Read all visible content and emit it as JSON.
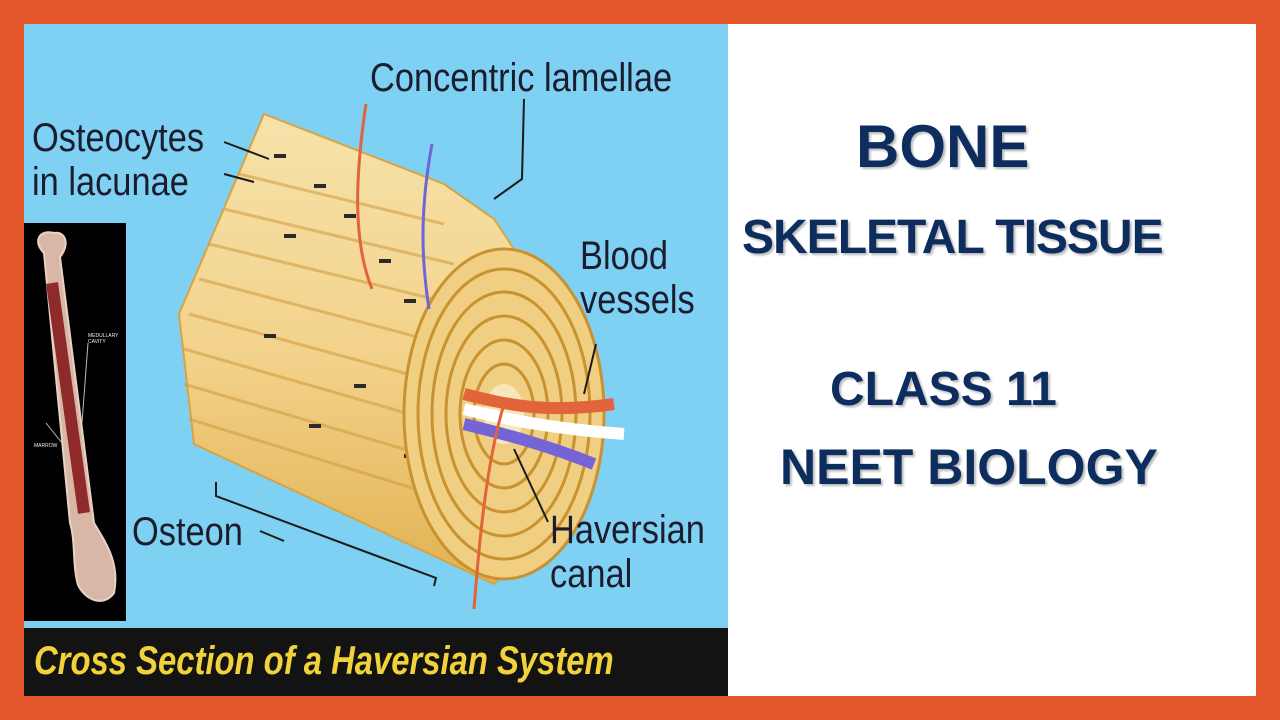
{
  "diagram": {
    "labels": {
      "concentric_lamellae": "Concentric lamellae",
      "osteocytes": "Osteocytes\nin lacunae",
      "blood_vessels": "Blood\nvessels",
      "osteon": "Osteon",
      "haversian_canal": "Haversian\ncanal"
    },
    "caption": "Cross Section of a Haversian System",
    "inset": {
      "label_medullary": "MEDULLARY\nCAVITY",
      "label_marrow": "MARROW"
    }
  },
  "title": {
    "line1": "BONE",
    "line2": "SKELETAL TISSUE",
    "line3": "CLASS 11",
    "line4": "NEET BIOLOGY"
  },
  "colors": {
    "border": "#e2562a",
    "diagram_bg": "#7ed1f2",
    "title_text": "#0c2d5e",
    "caption_text": "#f2d23a",
    "bone_fill": "#f3d693",
    "bone_edge": "#e8b84a"
  }
}
